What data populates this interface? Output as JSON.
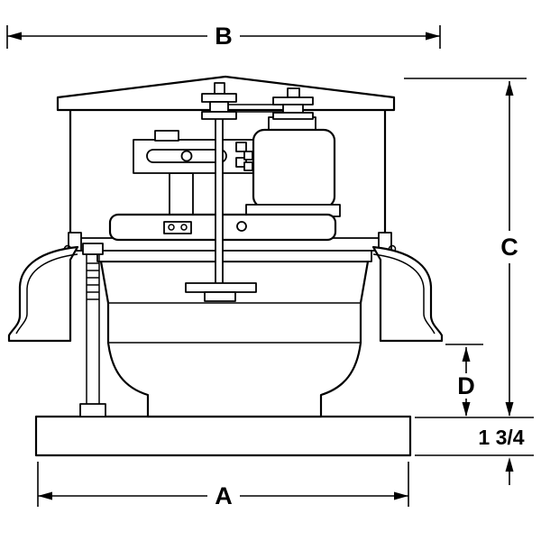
{
  "dim_labels": {
    "a": "A",
    "b": "B",
    "c": "C",
    "d": "D",
    "thickness": "1 3/4"
  },
  "colors": {
    "line": "#000000",
    "background": "#ffffff"
  }
}
